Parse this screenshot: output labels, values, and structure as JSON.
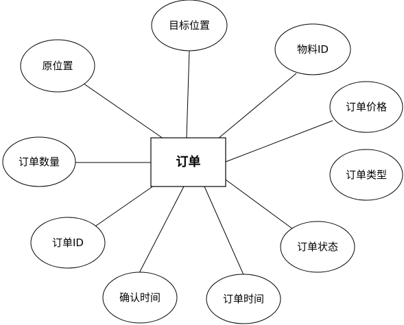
{
  "entity": {
    "name": "订单"
  },
  "attributes": [
    {
      "id": "target-location",
      "label": "目标位置"
    },
    {
      "id": "original-location",
      "label": "原位置"
    },
    {
      "id": "material-id",
      "label": "物料ID"
    },
    {
      "id": "order-price",
      "label": "订单价格"
    },
    {
      "id": "order-quantity",
      "label": "订单数量"
    },
    {
      "id": "order-type",
      "label": "订单类型"
    },
    {
      "id": "order-id",
      "label": "订单ID"
    },
    {
      "id": "order-status",
      "label": "订单状态"
    },
    {
      "id": "confirm-time",
      "label": "确认时间"
    },
    {
      "id": "order-time",
      "label": "订单时间"
    }
  ]
}
